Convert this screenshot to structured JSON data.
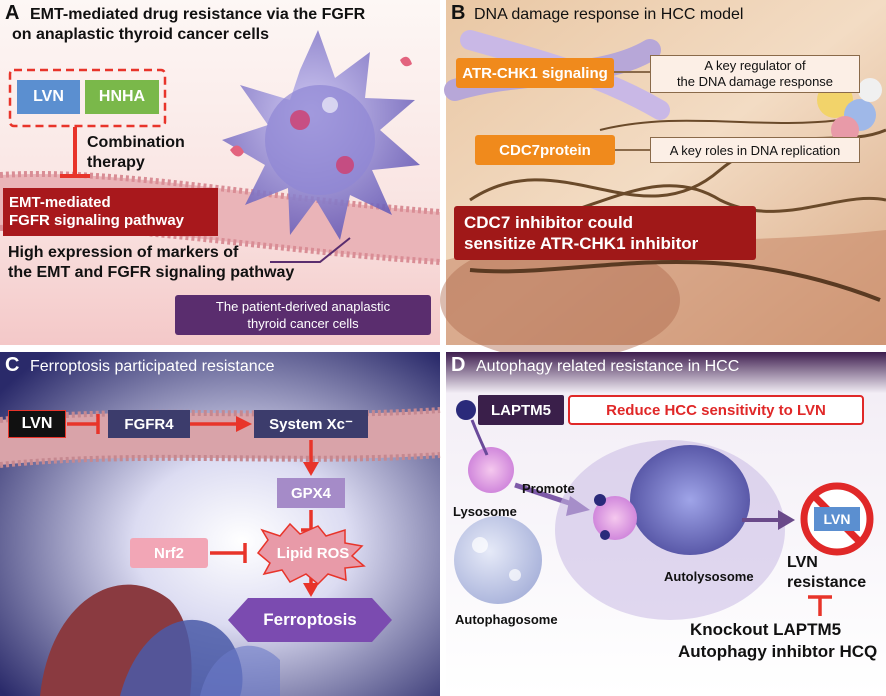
{
  "panelA": {
    "letter": "A",
    "title_line1": "EMT-mediated drug resistance via the FGFR",
    "title_line2": "on anaplastic thyroid cancer cells",
    "drug1": "LVN",
    "drug2": "HNHA",
    "therapy_line1": "Combination",
    "therapy_line2": "therapy",
    "pathway_line1": "EMT-mediated",
    "pathway_line2": "FGFR signaling pathway",
    "markers_line1": "High expression of markers of",
    "markers_line2": "the EMT and FGFR signaling pathway",
    "cells_line1": "The patient-derived anaplastic",
    "cells_line2": "thyroid cancer cells"
  },
  "panelB": {
    "letter": "B",
    "title": "DNA damage response in HCC model",
    "atr_label": "ATR-CHK1 signaling",
    "atr_desc_line1": "A key regulator of",
    "atr_desc_line2": "the DNA damage response",
    "cdc7_label": "CDC7protein",
    "cdc7_desc": "A key roles in DNA replication",
    "inhibitor_line1": "CDC7 inhibitor could",
    "inhibitor_line2": "sensitize ATR-CHK1 inhibitor"
  },
  "panelC": {
    "letter": "C",
    "title": "Ferroptosis participated resistance",
    "lvn": "LVN",
    "fgfr4": "FGFR4",
    "system": "System Xc⁻",
    "gpx4": "GPX4",
    "nrf2": "Nrf2",
    "ros": "Lipid ROS",
    "ferroptosis": "Ferroptosis"
  },
  "panelD": {
    "letter": "D",
    "title": "Autophagy related resistance in HCC",
    "laptm5": "LAPTM5",
    "reduce": "Reduce HCC sensitivity to LVN",
    "lysosome": "Lysosome",
    "promote": "Promote",
    "autolysosome": "Autolysosome",
    "autophagosome": "Autophagosome",
    "lvn_sign": "LVN",
    "resistance_line1": "LVN",
    "resistance_line2": "resistance",
    "knockout_line1": "Knockout LAPTM5",
    "knockout_line2": "Autophagy inhibtor HCQ"
  },
  "colors": {
    "red_inhibit": "#e8342a",
    "blue_box": "#5b8fd0",
    "green_box": "#7ab84a",
    "orange_box": "#f08a1c",
    "dark_red": "#a01818",
    "purple": "#5a2d6e",
    "dark_purple": "#3a1f4a"
  }
}
